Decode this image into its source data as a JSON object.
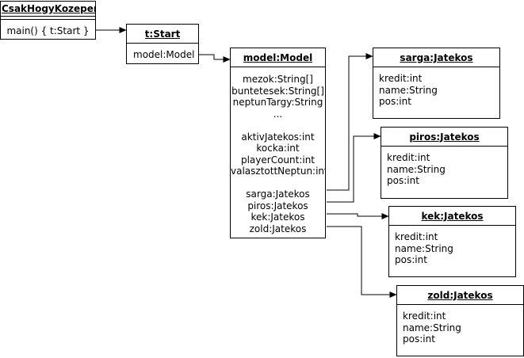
{
  "csak": {
    "title": "CsakHogyKozeper",
    "method": "main() { t:Start }"
  },
  "start": {
    "title": "t:Start",
    "attrs": [
      "model:Model"
    ]
  },
  "model": {
    "title": "model:Model",
    "attrs": [
      "mezok:String[]",
      "buntetesek:String[]",
      "neptunTargy:String",
      "...",
      "",
      "aktivJatekos:int",
      "kocka:int",
      "playerCount:int",
      "valasztottNeptun:int",
      "",
      "sarga:Jatekos",
      "piros:Jatekos",
      "kek:Jatekos",
      "zold:Jatekos"
    ]
  },
  "players": [
    {
      "title": "sarga:Jatekos",
      "attrs": [
        "kredit:int",
        "name:String",
        "pos:int"
      ]
    },
    {
      "title": "piros:Jatekos",
      "attrs": [
        "kredit:int",
        "name:String",
        "pos:int"
      ]
    },
    {
      "title": "kek:Jatekos",
      "attrs": [
        "kredit:int",
        "name:String",
        "pos:int"
      ]
    },
    {
      "title": "zold:Jatekos",
      "attrs": [
        "kredit:int",
        "name:String",
        "pos:int"
      ]
    }
  ]
}
